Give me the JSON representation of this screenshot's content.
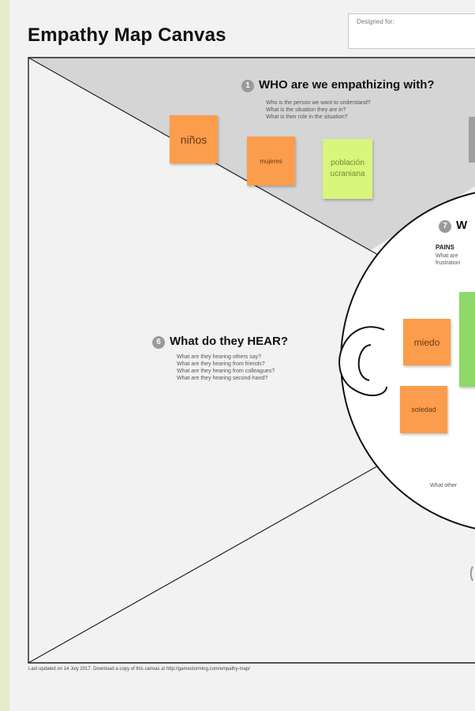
{
  "title": "Empathy Map Canvas",
  "designed_for_label": "Designed for:",
  "who": {
    "number": "1",
    "heading": "WHO are we empathizing with?",
    "questions": [
      "Who is the person we want to understand?",
      "What is the situation they are in?",
      "What is their role in the situation?"
    ]
  },
  "hear": {
    "number": "6",
    "heading": "What do they HEAR?",
    "questions": [
      "What are they hearing others say?",
      "What are they hearing from friends?",
      "What are they hearing from colleagues?",
      "What are they hearing second-hand?"
    ]
  },
  "pains": {
    "number": "7",
    "heading_partial": "W",
    "label": "PAINS",
    "line1": "What are",
    "line2": "frustration"
  },
  "other_text": "What other",
  "stickies": {
    "ninos": "niños",
    "mujeres": "mujeres",
    "poblacion": "población ucraniana",
    "miedo": "miedo",
    "soledad": "soledad"
  },
  "footer": "Last updated on 14 July 2017. Download a copy of this canvas at http://gamestorming.com/empathy-map/",
  "colors": {
    "orange_sticky": "#fc9d4d",
    "green_sticky": "#d8f57c",
    "green_sticky_2": "#8fd86a",
    "gray_region": "#d5d5d5"
  }
}
